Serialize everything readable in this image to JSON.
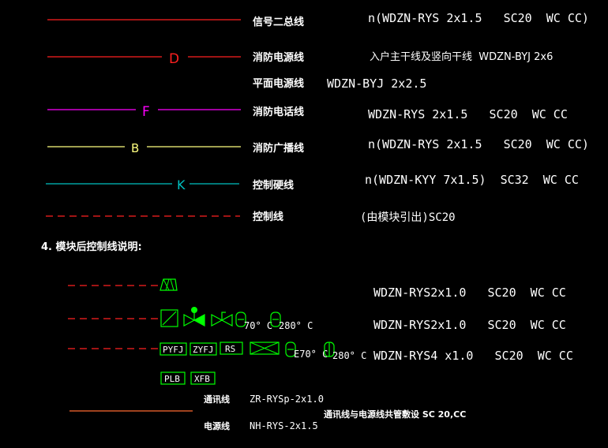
{
  "colors": {
    "red": "#ff2020",
    "magenta": "#ff00ff",
    "yellow": "#ffff80",
    "cyan": "#00c0c0",
    "green": "#00ff00",
    "white": "#ffffff",
    "orange": "#ff6a30"
  },
  "legend": {
    "row1": {
      "name": "信号二总线",
      "spec": "n(WDZN-RYS 2x1.5   SC20  WC CC)"
    },
    "row2": {
      "tag": "D",
      "name": "消防电源线",
      "spec": "入户主干线及竖向干线  WDZN-BYJ 2x6"
    },
    "row2b": {
      "name": "平面电源线",
      "spec": "WDZN-BYJ 2x2.5"
    },
    "row3": {
      "tag": "F",
      "name": "消防电话线",
      "spec": "WDZN-RYS 2x1.5   SC20  WC CC"
    },
    "row4": {
      "tag": "B",
      "name": "消防广播线",
      "spec": "n(WDZN-RYS 2x1.5   SC20  WC CC)"
    },
    "row5": {
      "tag": "K",
      "name": "控制硬线",
      "spec": "n(WDZN-KYY 7x1.5)  SC32  WC CC"
    },
    "row6": {
      "name": "控制线",
      "spec": "(由模块引出)SC20"
    }
  },
  "section4": {
    "heading": "4. 模块后控制线说明:",
    "line1": {
      "spec": "WDZN-RYS2x1.0   SC20  WC CC"
    },
    "line2": {
      "spec": "WDZN-RYS2x1.0   SC20  WC CC",
      "temp1": "70° C",
      "temp2": "280° C"
    },
    "line3": {
      "spec": "WDZN-RYS4 x1.0   SC20  WC CC",
      "temp1": "E70° C",
      "temp2": "280° C"
    },
    "boxes_row3": [
      "PYFJ",
      "ZYFJ",
      "RS"
    ],
    "boxes_row4": [
      "PLB",
      "XFB"
    ]
  },
  "footer": {
    "comm_label": "通讯线",
    "comm_spec": "ZR-RYSp-2x1.0",
    "power_label": "电源线",
    "power_spec": "NH-RYS-2x1.5",
    "note": "通讯线与电源线共管敷设 SC 20,CC"
  }
}
